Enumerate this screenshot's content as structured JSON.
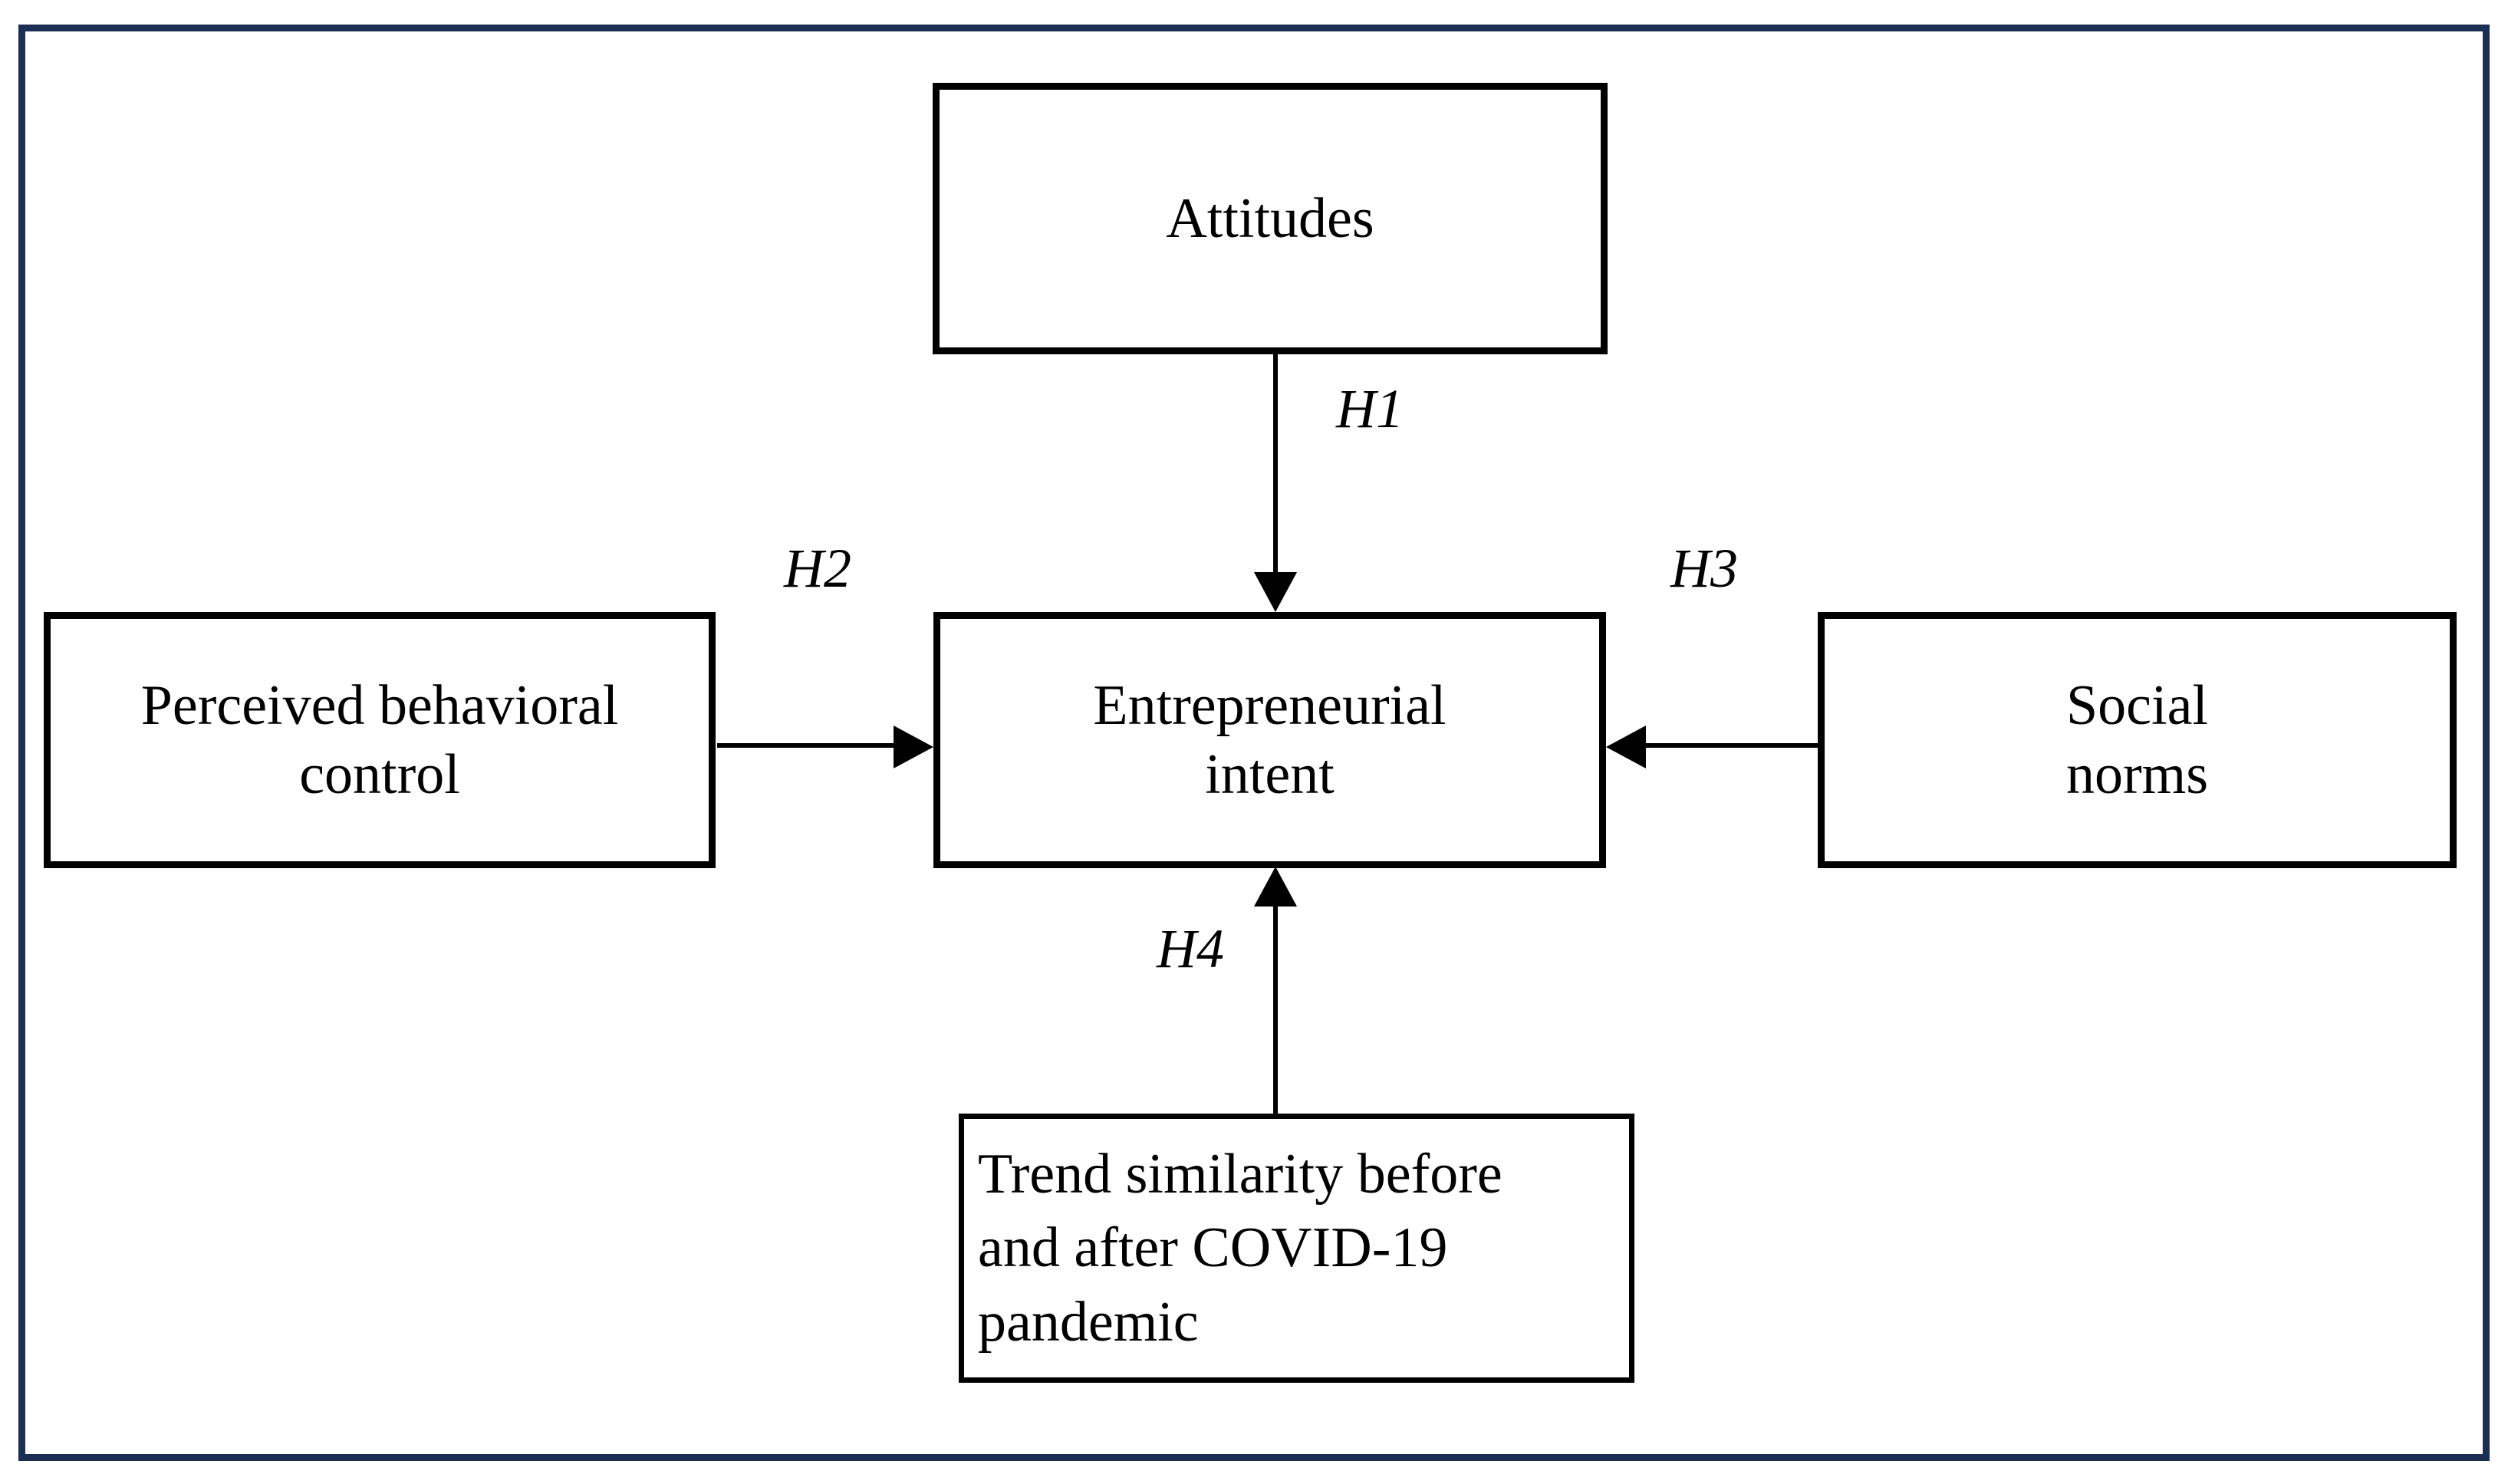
{
  "figure": {
    "type": "conceptual-model-diagram",
    "frame_color": "#1c2e51",
    "box_border_color": "#000000",
    "background": "#ffffff"
  },
  "nodes": {
    "attitudes": {
      "label": "Attitudes"
    },
    "entrepreneurial_intent": {
      "label": "Entrepreneurial\nintent"
    },
    "perceived_behavioral_control": {
      "label": "Perceived behavioral\ncontrol"
    },
    "social_norms": {
      "label": "Social\nnorms"
    },
    "trend_similarity": {
      "label": "Trend similarity before\nand after COVID-19\npandemic"
    }
  },
  "edges": {
    "h1": {
      "label": "H1",
      "from": "attitudes",
      "to": "entrepreneurial_intent",
      "direction": "down"
    },
    "h2": {
      "label": "H2",
      "from": "perceived_behavioral_control",
      "to": "entrepreneurial_intent",
      "direction": "right"
    },
    "h3": {
      "label": "H3",
      "from": "social_norms",
      "to": "entrepreneurial_intent",
      "direction": "left"
    },
    "h4": {
      "label": "H4",
      "from": "trend_similarity",
      "to": "entrepreneurial_intent",
      "direction": "up"
    }
  }
}
